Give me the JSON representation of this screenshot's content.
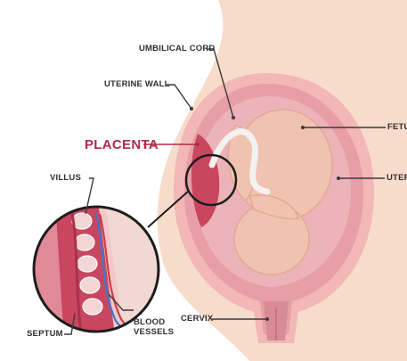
{
  "labels": {
    "umbilical_cord": "UMBILICAL CORD",
    "uterine_wall": "UTERINE WALL",
    "placenta": "PLACENTA",
    "fetus": "FETUS",
    "uterus": "UTERUS",
    "villus": "VILLUS",
    "cervix": "CERVIX",
    "septum": "SEPTUM",
    "blood_vessels_line1": "BLOOD",
    "blood_vessels_line2": "VESSELS"
  },
  "colors": {
    "skin": "#f7dccb",
    "uterine_wall": "#f2b7b6",
    "amniotic": "#e9a7ad",
    "placenta": "#c8465f",
    "fetus": "#f0c3b0",
    "vein": "#3f78c9",
    "artery": "#d23a4e",
    "label_accent": "#b02a4a",
    "label_text": "#2f2f2f"
  }
}
